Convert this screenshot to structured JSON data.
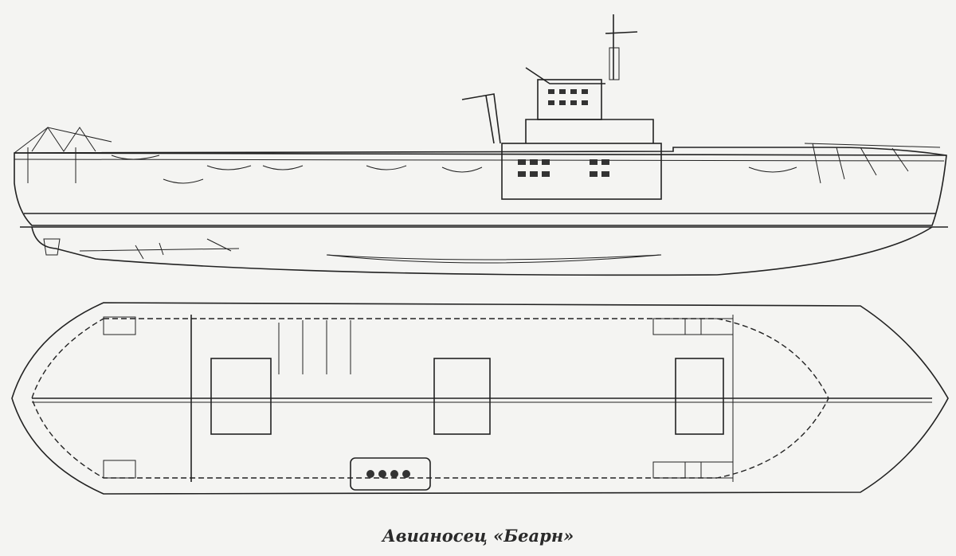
{
  "figure": {
    "caption": "Авианосец «Беарн»",
    "views": [
      "side-profile",
      "flight-deck-plan"
    ]
  }
}
